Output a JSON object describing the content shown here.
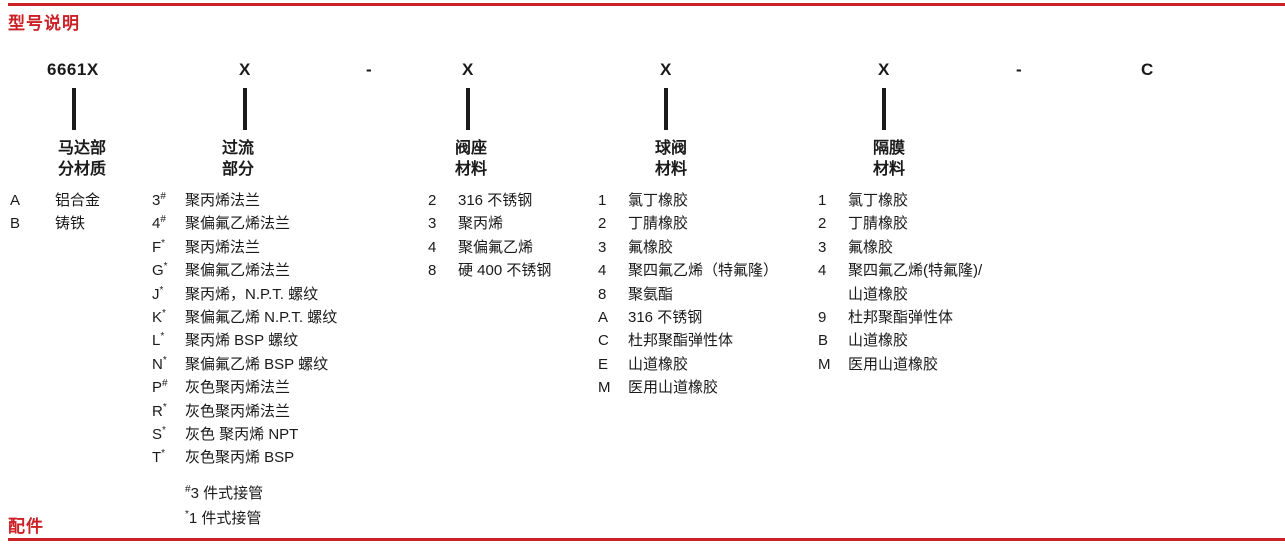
{
  "title": "型号说明",
  "footer_label": "配件",
  "colors": {
    "accent_red": "#cc2027",
    "ink": "#1a1a1a"
  },
  "model_code": {
    "parts": [
      "6661X",
      "X",
      "-",
      "X",
      "X",
      "X",
      "-",
      "C"
    ]
  },
  "columns": [
    {
      "header_line1": "马达部",
      "header_line2": "分材质",
      "items": [
        {
          "code": "A",
          "label": "铝合金"
        },
        {
          "code": "B",
          "label": "铸铁"
        }
      ]
    },
    {
      "header_line1": "过流",
      "header_line2": "部分",
      "items": [
        {
          "code": "3",
          "sup": "#",
          "label": "聚丙烯法兰"
        },
        {
          "code": "4",
          "sup": "#",
          "label": "聚偏氟乙烯法兰"
        },
        {
          "code": "F",
          "sup": "*",
          "label": "聚丙烯法兰"
        },
        {
          "code": "G",
          "sup": "*",
          "label": "聚偏氟乙烯法兰"
        },
        {
          "code": "J",
          "sup": "*",
          "label": "聚丙烯，N.P.T. 螺纹"
        },
        {
          "code": "K",
          "sup": "*",
          "label": "聚偏氟乙烯 N.P.T. 螺纹"
        },
        {
          "code": "L",
          "sup": "*",
          "label": "聚丙烯 BSP 螺纹"
        },
        {
          "code": "N",
          "sup": "*",
          "label": "聚偏氟乙烯 BSP 螺纹"
        },
        {
          "code": "P",
          "sup": "#",
          "label": "灰色聚丙烯法兰"
        },
        {
          "code": "R",
          "sup": "*",
          "label": "灰色聚丙烯法兰"
        },
        {
          "code": "S",
          "sup": "*",
          "label": "灰色 聚丙烯 NPT"
        },
        {
          "code": "T",
          "sup": "*",
          "label": "灰色聚丙烯 BSP"
        }
      ]
    },
    {
      "header_line1": "阀座",
      "header_line2": "材料",
      "items": [
        {
          "code": "2",
          "label": "316 不锈钢"
        },
        {
          "code": "3",
          "label": "聚丙烯"
        },
        {
          "code": "4",
          "label": "聚偏氟乙烯"
        },
        {
          "code": "8",
          "label": "硬 400 不锈钢"
        }
      ]
    },
    {
      "header_line1": "球阀",
      "header_line2": "材料",
      "items": [
        {
          "code": "1",
          "label": "氯丁橡胶"
        },
        {
          "code": "2",
          "label": "丁腈橡胶"
        },
        {
          "code": "3",
          "label": "氟橡胶"
        },
        {
          "code": "4",
          "label": "聚四氟乙烯（特氟隆）"
        },
        {
          "code": "8",
          "label": "聚氨酯"
        },
        {
          "code": "A",
          "label": "316 不锈钢"
        },
        {
          "code": "C",
          "label": "杜邦聚酯弹性体"
        },
        {
          "code": "E",
          "label": "山道橡胶"
        },
        {
          "code": "M",
          "label": "医用山道橡胶"
        }
      ]
    },
    {
      "header_line1": "隔膜",
      "header_line2": "材料",
      "items": [
        {
          "code": "1",
          "label": "氯丁橡胶"
        },
        {
          "code": "2",
          "label": "丁腈橡胶"
        },
        {
          "code": "3",
          "label": "氟橡胶"
        },
        {
          "code": "4",
          "label": "聚四氟乙烯(特氟隆)/\n山道橡胶"
        },
        {
          "code": "9",
          "label": "杜邦聚酯弹性体"
        },
        {
          "code": "B",
          "label": "山道橡胶"
        },
        {
          "code": "M",
          "label": "医用山道橡胶"
        }
      ]
    }
  ],
  "footnotes": [
    {
      "marker": "#",
      "text": "3 件式接管"
    },
    {
      "marker": "*",
      "text": "1 件式接管"
    }
  ]
}
